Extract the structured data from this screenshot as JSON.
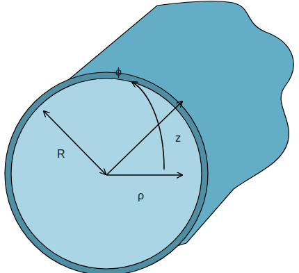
{
  "diagram": {
    "labels": [
      "R",
      "ϕ",
      "z",
      "ρ"
    ]
  }
}
